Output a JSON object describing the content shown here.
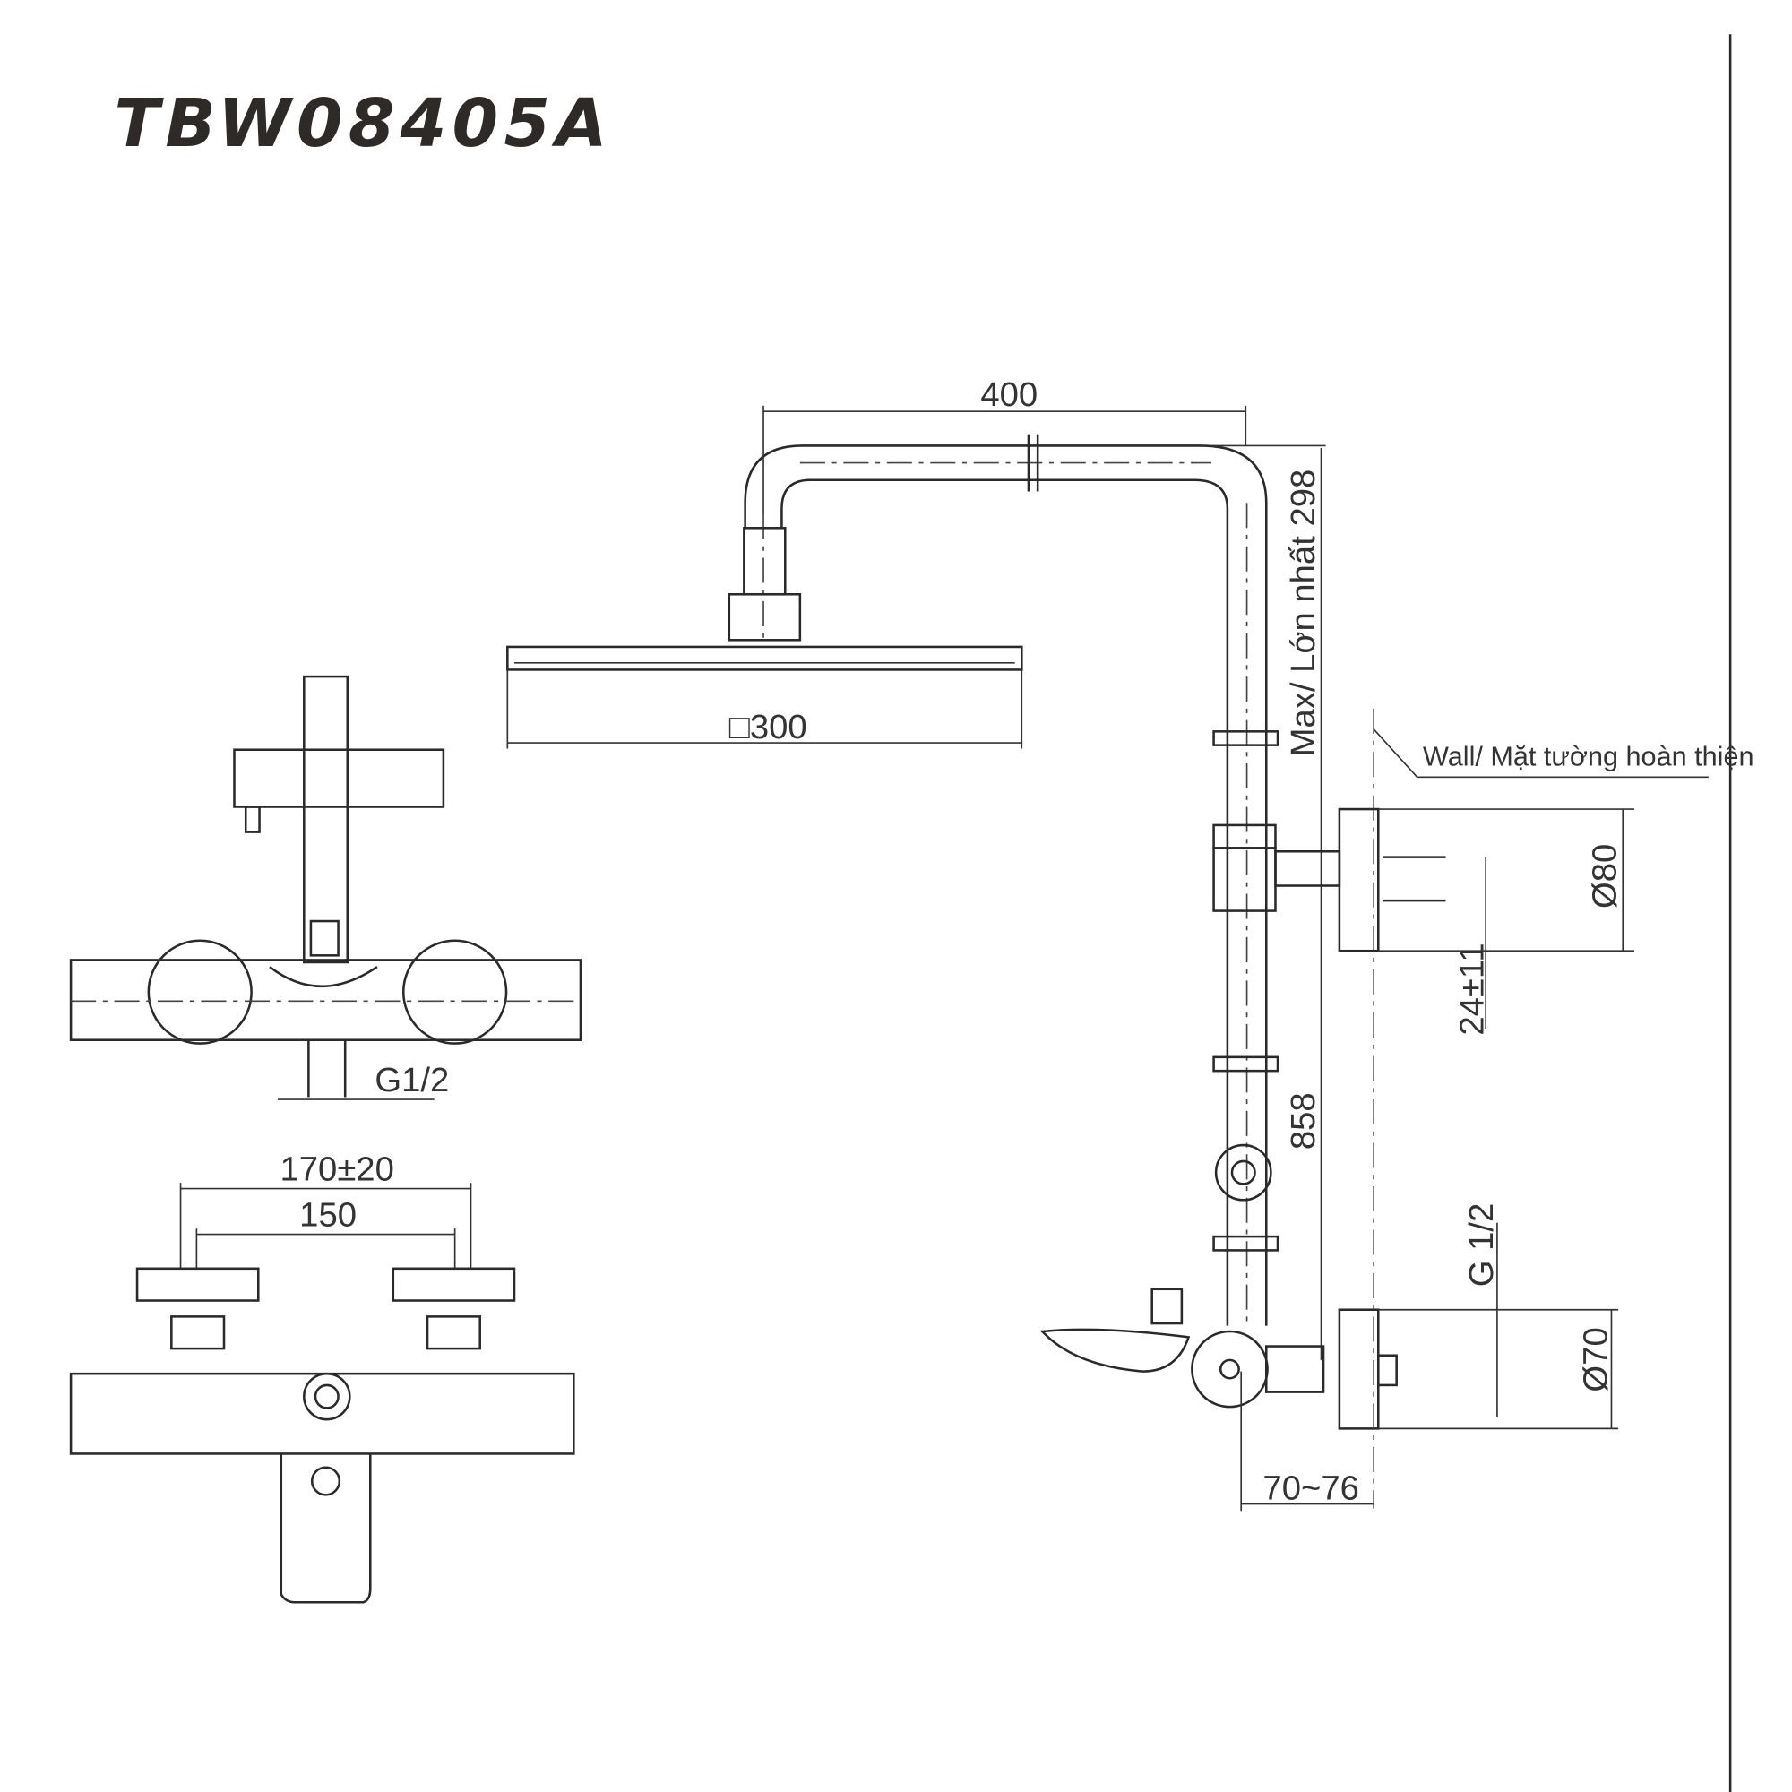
{
  "title": "TBW08405A",
  "dimensions": {
    "arm_length": "400",
    "head_size": "□300",
    "max_height": "Max/ Lớn nhất 298",
    "wall_label": "Wall/ Mặt tường hoàn thiện",
    "flange_top_dia": "Ø80",
    "offset": "24±11",
    "height_858": "858",
    "thread_right": "G 1/2",
    "flange_bottom_dia": "Ø70",
    "wall_distance": "70~76",
    "thread_left": "G1/2",
    "centers_range": "170±20",
    "centers": "150"
  }
}
